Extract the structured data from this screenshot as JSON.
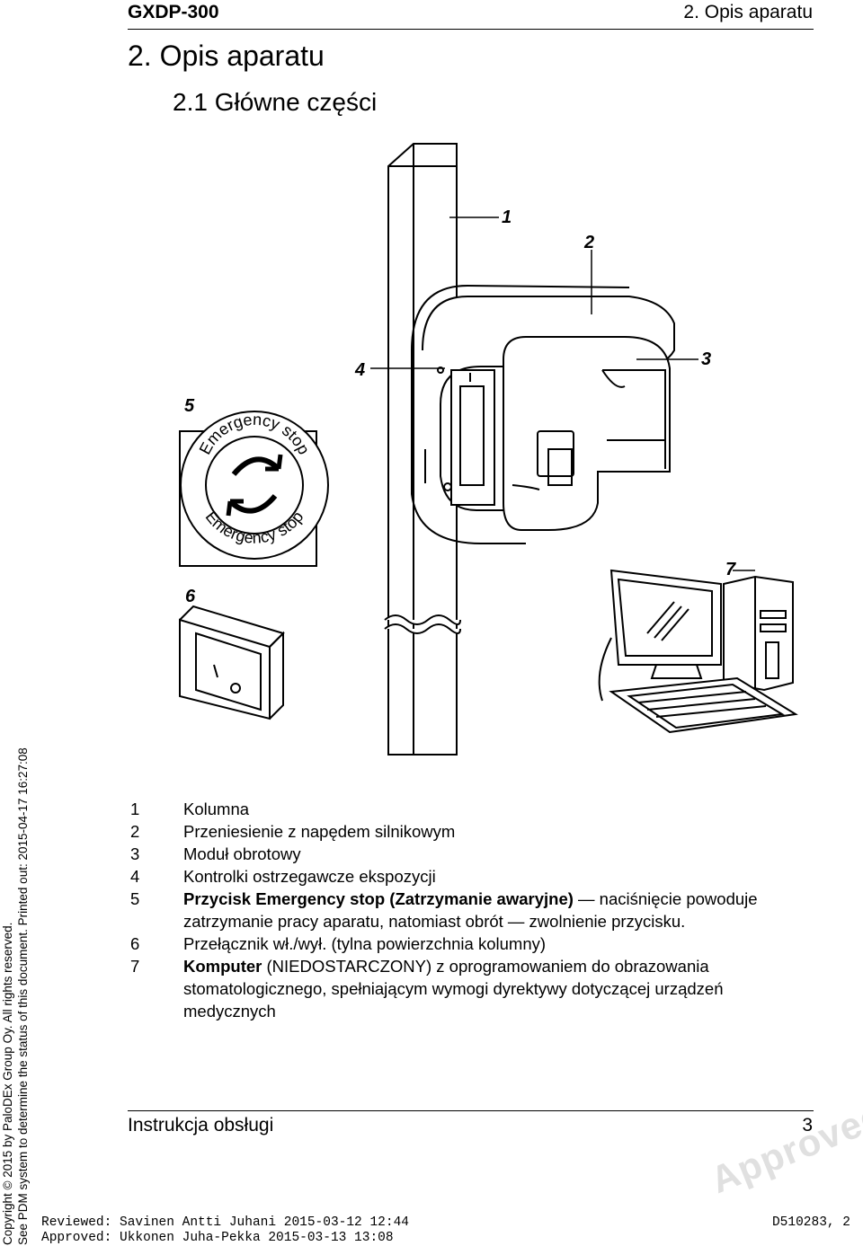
{
  "header": {
    "left": "GXDP-300",
    "right": "2. Opis aparatu"
  },
  "chapter_title": "2. Opis aparatu",
  "section_title": "2.1 Główne części",
  "figure": {
    "callouts": [
      "1",
      "2",
      "3",
      "4",
      "5",
      "6",
      "7"
    ],
    "emergency_top": "Emergency stop",
    "emergency_bottom": "Emergency stop"
  },
  "legend": [
    {
      "num": "1",
      "parts": [
        {
          "t": "Kolumna"
        }
      ]
    },
    {
      "num": "2",
      "parts": [
        {
          "t": "Przeniesienie z napędem silnikowym"
        }
      ]
    },
    {
      "num": "3",
      "parts": [
        {
          "t": "Moduł obrotowy"
        }
      ]
    },
    {
      "num": "4",
      "parts": [
        {
          "t": "Kontrolki ostrzegawcze ekspozycji"
        }
      ]
    },
    {
      "num": "5",
      "parts": [
        {
          "t": "Przycisk Emergency stop (Zatrzymanie awaryjne)",
          "b": true
        },
        {
          "t": " — naciśnięcie powoduje zatrzymanie pracy aparatu, natomiast obrót — zwolnienie przycisku."
        }
      ]
    },
    {
      "num": "6",
      "parts": [
        {
          "t": "Przełącznik wł./wył. (tylna powierzchnia kolumny)"
        }
      ]
    },
    {
      "num": "7",
      "parts": [
        {
          "t": "Komputer",
          "b": true
        },
        {
          "t": " (NIEDOSTARCZONY) z oprogramowaniem do obrazowania stomatologicznego, spełniającym wymogi dyrektywy dotyczącej urządzeń medycznych"
        }
      ]
    }
  ],
  "footer": {
    "left": "Instrukcja obsługi",
    "right": "3"
  },
  "sidebar": {
    "line1": "Copyright © 2015 by PaloDEx Group Oy. All rights reserved.",
    "line2": "See PDM system to determine the status of this document. Printed out: 2015-04-17 16:27:08"
  },
  "review": {
    "reviewed": "Reviewed: Savinen Antti Juhani 2015-03-12 12:44",
    "approved": "Approved: Ukkonen Juha-Pekka 2015-03-13 13:08",
    "doc_id": "D510283, 2",
    "stamp": "Approved"
  }
}
